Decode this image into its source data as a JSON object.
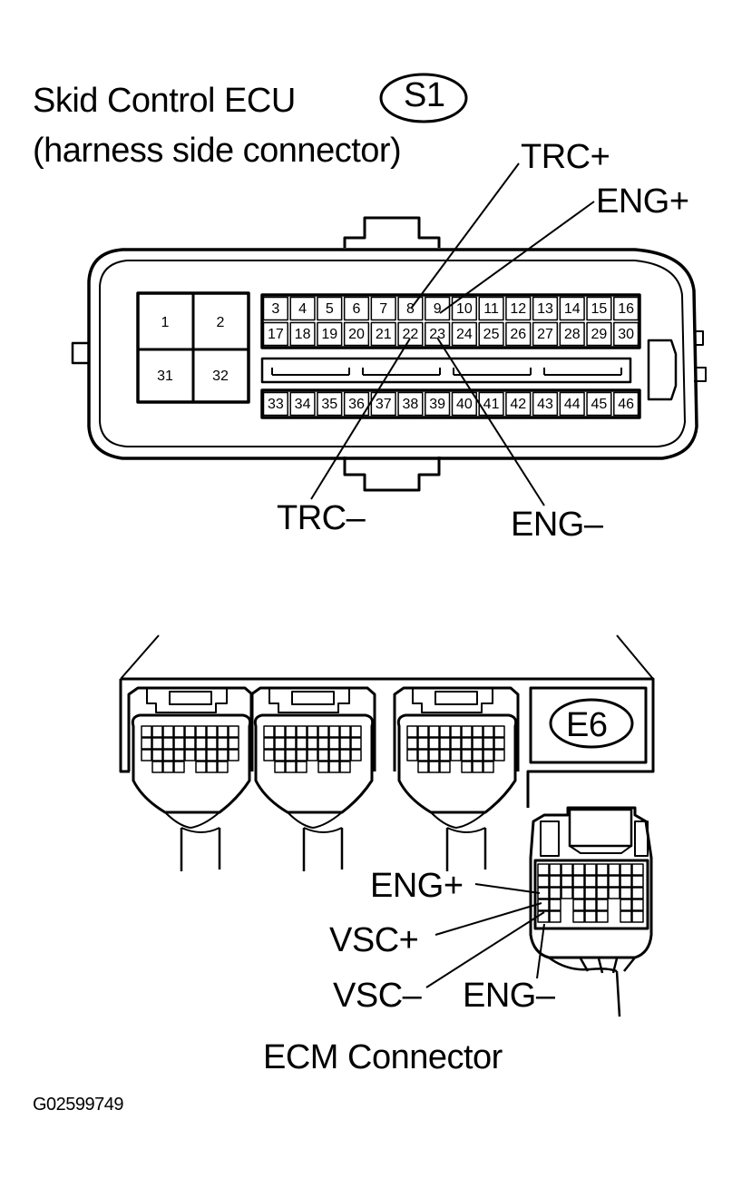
{
  "header": {
    "title_line1": "Skid Control ECU",
    "title_line2": "(harness side connector)",
    "connector_code": "S1"
  },
  "skid_connector": {
    "big_pins": [
      "1",
      "2",
      "31",
      "32"
    ],
    "row1": [
      "3",
      "4",
      "5",
      "6",
      "7",
      "8",
      "9",
      "10",
      "11",
      "12",
      "13",
      "14",
      "15",
      "16"
    ],
    "row2": [
      "17",
      "18",
      "19",
      "20",
      "21",
      "22",
      "23",
      "24",
      "25",
      "26",
      "27",
      "28",
      "29",
      "30"
    ],
    "row3": [
      "33",
      "34",
      "35",
      "36",
      "37",
      "38",
      "39",
      "40",
      "41",
      "42",
      "43",
      "44",
      "45",
      "46"
    ],
    "labels": {
      "trc_plus": "TRC+",
      "eng_plus": "ENG+",
      "trc_minus": "TRC–",
      "eng_minus": "ENG–"
    }
  },
  "ecm": {
    "connector_code": "E6",
    "labels": {
      "eng_plus": "ENG+",
      "vsc_plus": "VSC+",
      "vsc_minus": "VSC–",
      "eng_minus": "ENG–"
    },
    "caption": "ECM Connector"
  },
  "figure_id": "G02599749"
}
